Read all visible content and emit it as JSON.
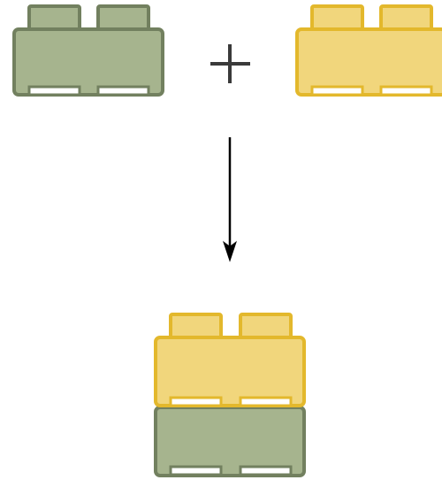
{
  "operator": {
    "symbol": "+"
  },
  "bricks": {
    "left": {
      "color": "green",
      "fill": "#a6b48e",
      "stroke": "#72805f"
    },
    "right": {
      "color": "yellow",
      "fill": "#f1d67c",
      "stroke": "#e3b82c"
    },
    "result": {
      "top": {
        "color": "yellow",
        "fill": "#f1d67c",
        "stroke": "#e3b82c"
      },
      "bottom": {
        "color": "green",
        "fill": "#a6b48e",
        "stroke": "#72805f"
      }
    }
  },
  "colors": {
    "arrow": "#000000",
    "operator": "#3a3a3a",
    "slot_highlight": "#ffffff"
  },
  "icons": {
    "arrow": "arrow-down-icon"
  }
}
